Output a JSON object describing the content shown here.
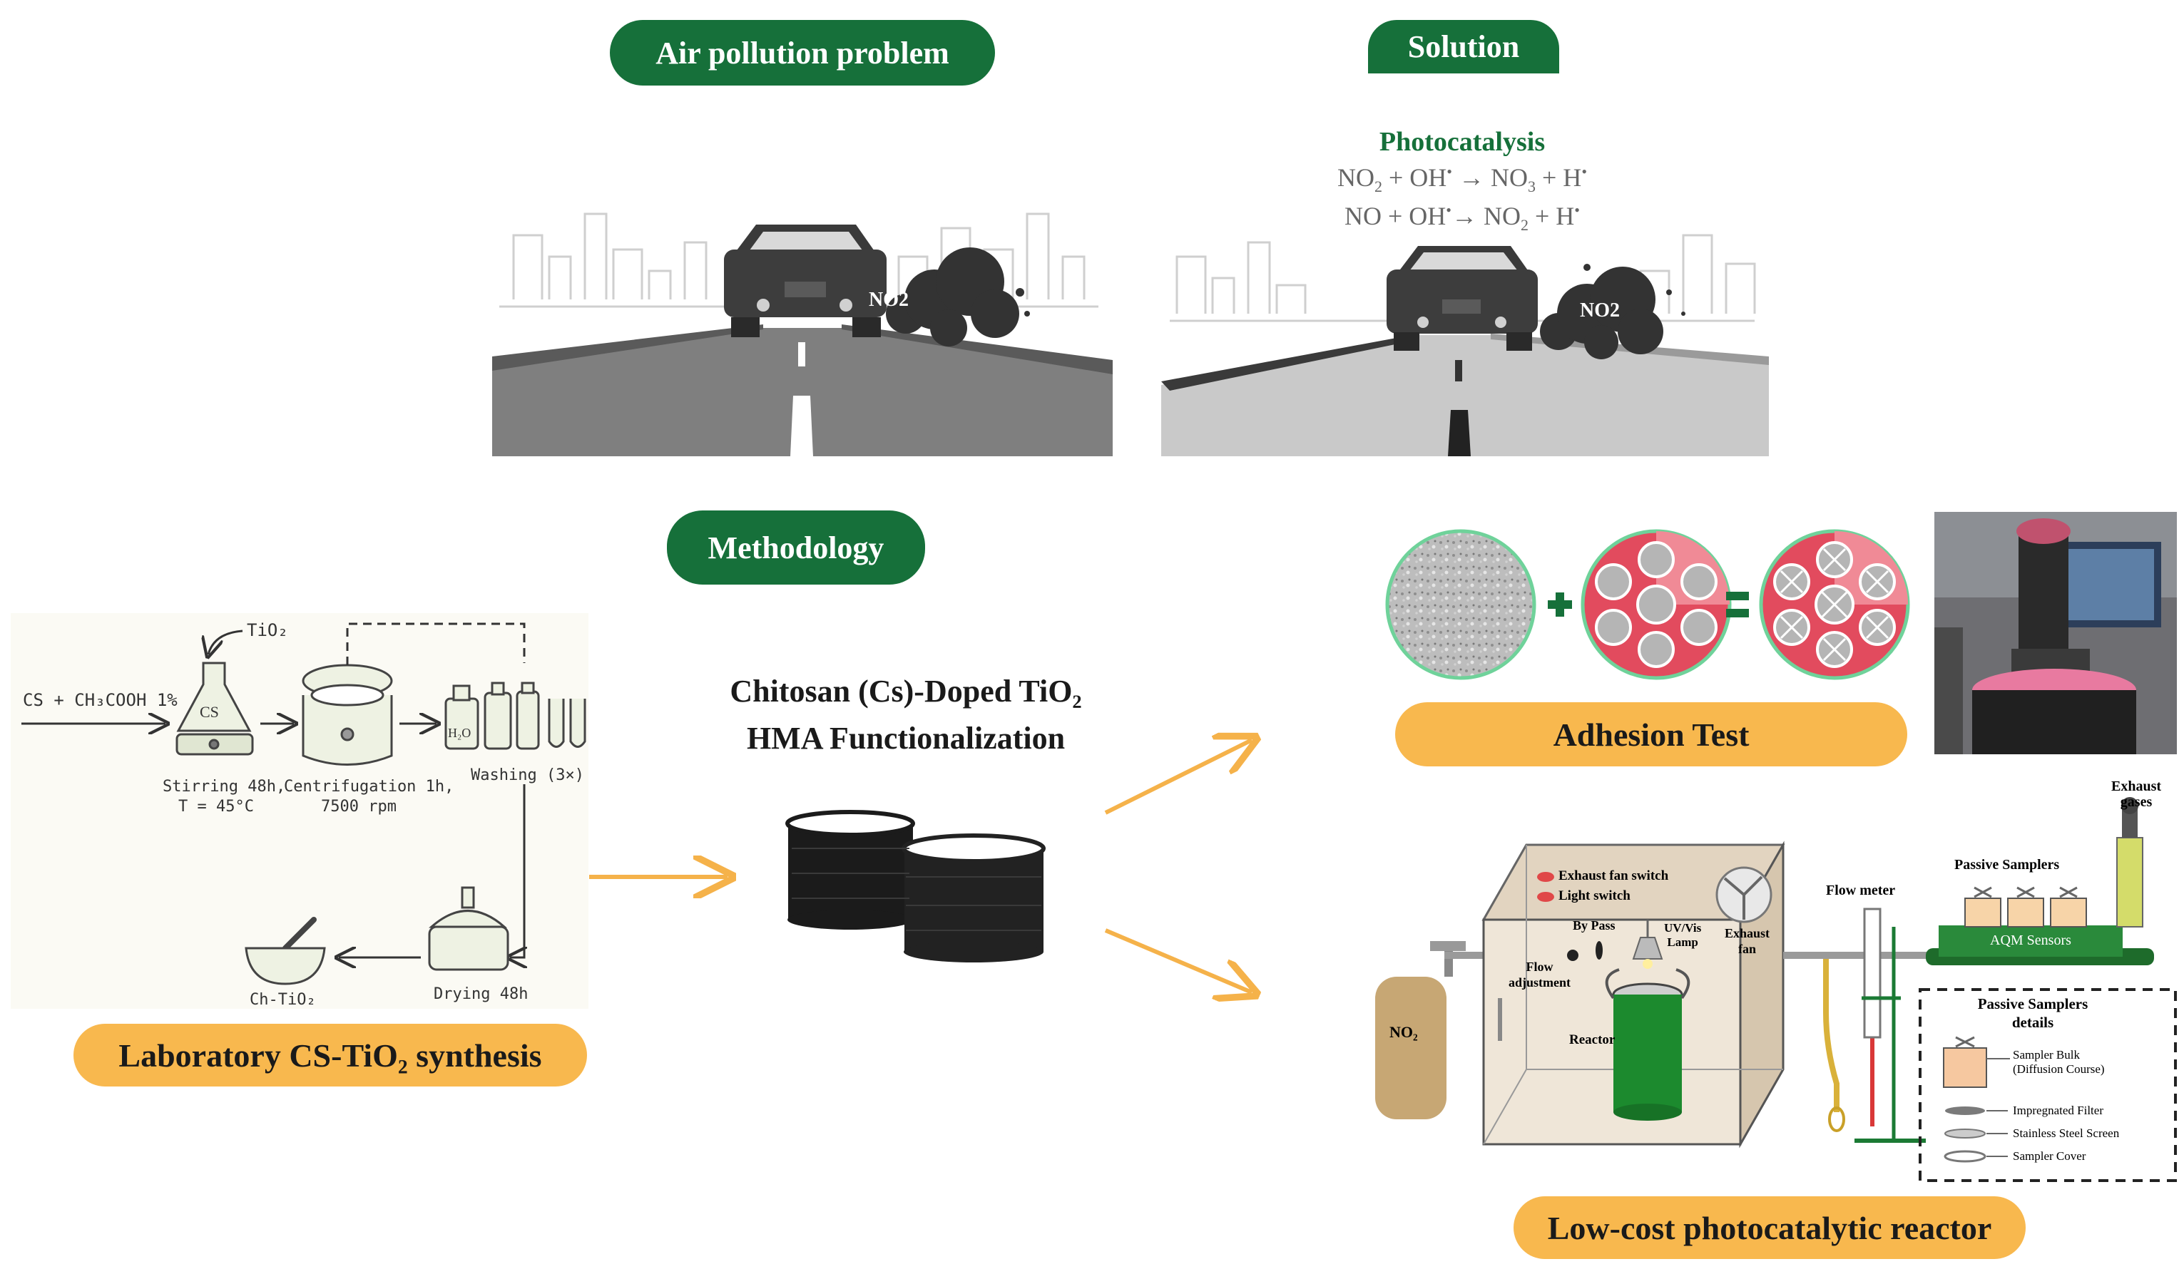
{
  "headers": {
    "air_pollution": "Air pollution problem",
    "solution": "Solution",
    "methodology": "Methodology"
  },
  "solution": {
    "title": "Photocatalysis",
    "reaction1_left": "NO",
    "reaction1_sub1": "2",
    "reaction1_mid": " + OH",
    "reaction1_dot": "•",
    "reaction1_arrow": " → NO",
    "reaction1_sub2": "3",
    "reaction1_right": " + H",
    "reaction2_left": "NO + OH",
    "reaction2_arrow": "→ NO",
    "reaction2_sub": "2",
    "reaction2_right": " + H"
  },
  "scenes": {
    "left_emission_label": "NO2",
    "right_emission_label": "NO2"
  },
  "synthesis": {
    "input": "CS + CH₃COOH 1%",
    "tio2": "TiO₂",
    "flask_label": "CS",
    "h2o": "H₂O",
    "step_stirring_1": "Stirring 48h,",
    "step_stirring_2": "T = 45°C",
    "step_centrifugation_1": "Centrifugation 1h,",
    "step_centrifugation_2": "7500 rpm",
    "step_washing": "Washing (3×)",
    "step_drying": "Drying 48h",
    "step_product": "Ch-TiO₂",
    "pill": "Laboratory CS-TiO₂ synthesis"
  },
  "center": {
    "line1": "Chitosan (Cs)-Doped TiO₂",
    "line2": "HMA Functionalization"
  },
  "adhesion": {
    "pill": "Adhesion Test"
  },
  "reactor": {
    "pill": "Low-cost photocatalytic reactor",
    "exhaust_fan_switch": "Exhaust fan switch",
    "light_switch": "Light switch",
    "by_pass": "By Pass",
    "uv_lamp_1": "UV/Vis",
    "uv_lamp_2": "Lamp",
    "exhaust_fan_1": "Exhaust",
    "exhaust_fan_2": "fan",
    "flow_adjust_1": "Flow",
    "flow_adjust_2": "adjustment",
    "reactor_label": "Reactor",
    "no2_tank": "NO₂",
    "flow_meter": "Flow meter",
    "passive_samplers": "Passive Samplers",
    "aqm_sensors": "AQM Sensors",
    "exhaust_gases_1": "Exhaust",
    "exhaust_gases_2": "gases",
    "details_title_1": "Passive Samplers",
    "details_title_2": "details",
    "detail_bulk_1": "Sampler Bulk",
    "detail_bulk_2": "(Diffusion Course)",
    "detail_filter": "Impregnated Filter",
    "detail_screen": "Stainless Steel Screen",
    "detail_cover": "Sampler Cover"
  },
  "colors": {
    "green": "#16703a",
    "orange": "#f8b84e",
    "arrow": "#f5b24a",
    "road_dark": "#7c7c7c",
    "road_light": "#c9c9c9",
    "sensor_green": "#1e6b2b"
  }
}
